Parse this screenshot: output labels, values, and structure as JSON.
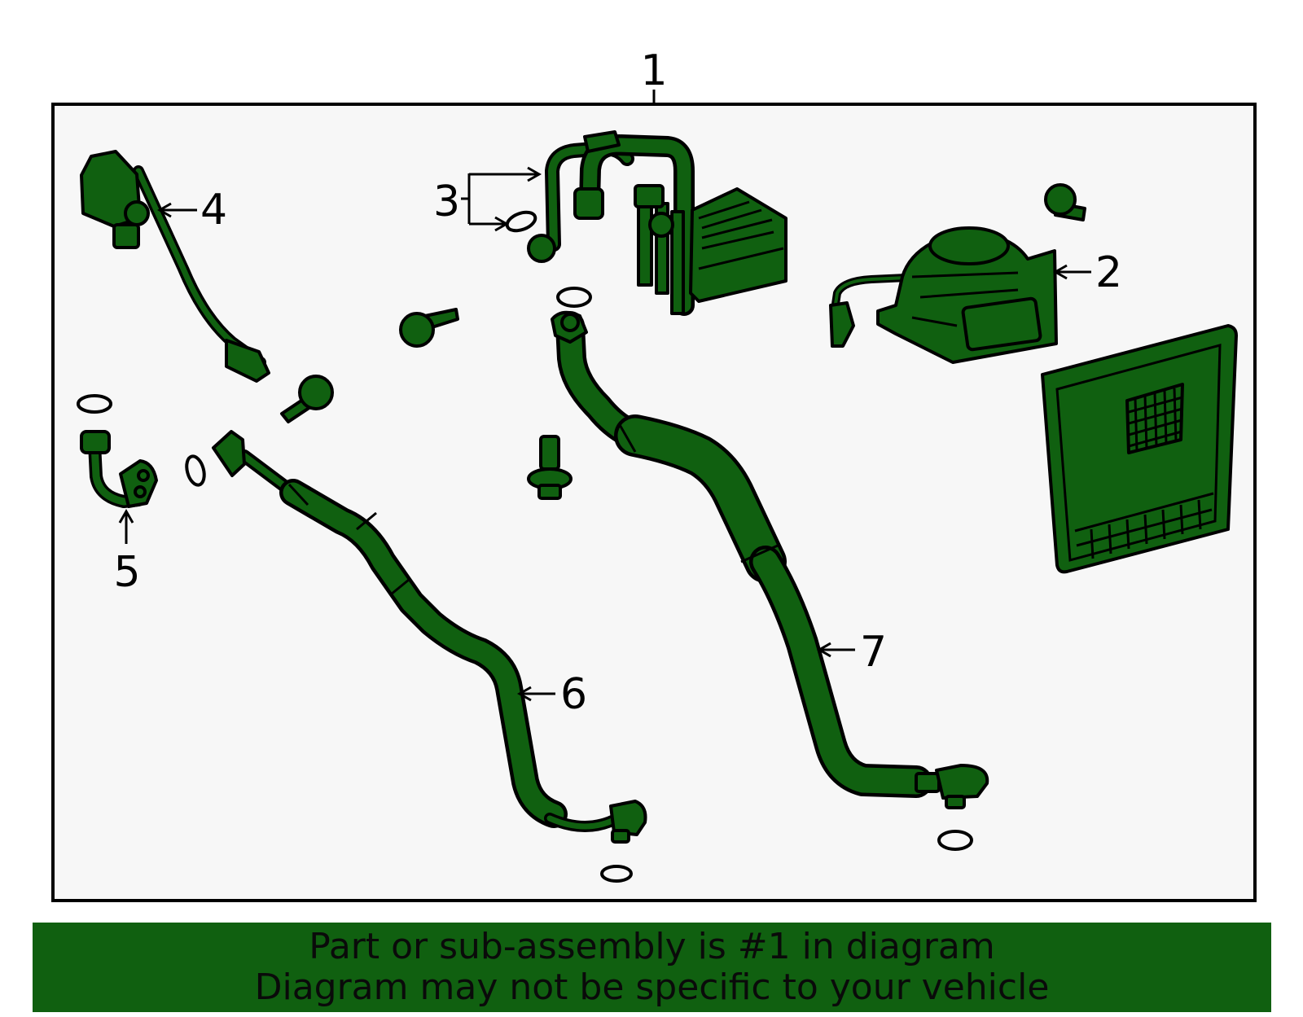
{
  "callouts": [
    "1",
    "2",
    "3",
    "4",
    "5",
    "6",
    "7"
  ],
  "footer": {
    "line1": "Part or sub-assembly is #1 in diagram",
    "line2": "Diagram may not be specific to your vehicle"
  },
  "colors": {
    "part_fill": "#106010",
    "frame_bg": "#f7f7f7",
    "banner_bg": "#106010",
    "text": "#000000"
  }
}
